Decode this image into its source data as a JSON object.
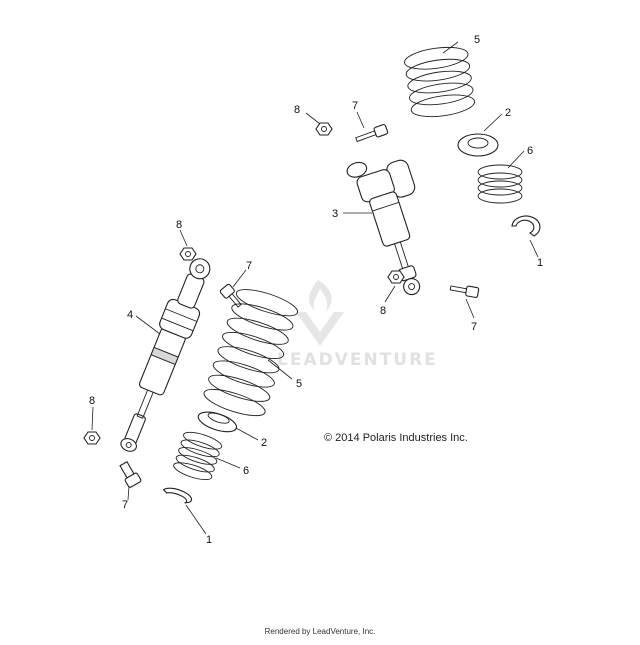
{
  "copyright": "© 2014 Polaris Industries Inc.",
  "footer": "Rendered by LeadVenture, Inc.",
  "watermark": {
    "text": "LEADVENTURE",
    "logo": "leadventure-flame-logo-icon"
  },
  "callouts": [
    "1",
    "2",
    "3",
    "4",
    "5",
    "6",
    "7",
    "8"
  ],
  "parts": {
    "1": "retaining-clip",
    "2": "spring-seat",
    "3": "rear-shock",
    "4": "front-shock",
    "5": "large-coil-spring",
    "6": "small-coil-spring",
    "7": "bolt",
    "8": "nut"
  }
}
